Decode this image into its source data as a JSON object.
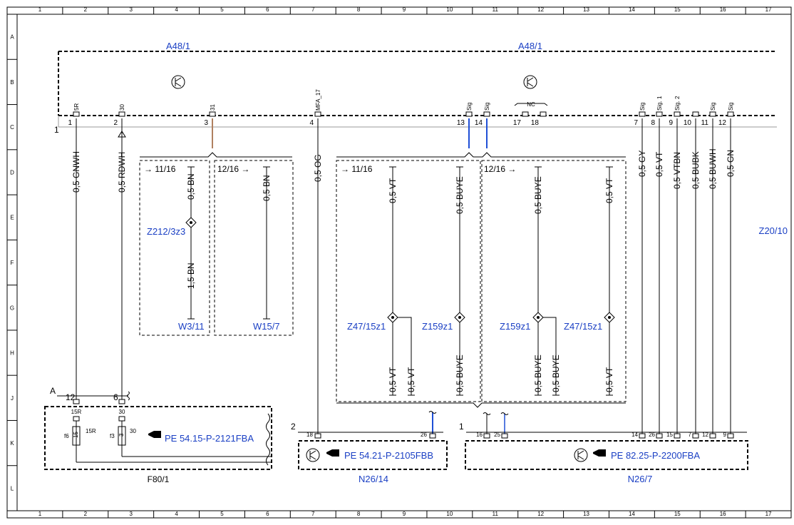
{
  "columns": [
    "1",
    "2",
    "3",
    "4",
    "5",
    "6",
    "7",
    "8",
    "9",
    "10",
    "11",
    "12",
    "13",
    "14",
    "15",
    "16",
    "17"
  ],
  "rows": [
    "A",
    "B",
    "C",
    "D",
    "E",
    "F",
    "G",
    "H",
    "J",
    "K",
    "L"
  ],
  "components": {
    "a48_left": "A48/1",
    "a48_right": "A48/1",
    "z20": "Z20/10",
    "f80": "F80/1",
    "n26_14": "N26/14",
    "n26_7": "N26/7",
    "z212": "Z212/3z3",
    "w3": "W3/11",
    "w15": "W15/7",
    "z47a": "Z47/15z1",
    "z159a": "Z159z1",
    "z159b": "Z159z1",
    "z47b": "Z47/15z1"
  },
  "connector_one": "1",
  "a48_pins": [
    {
      "num": "1",
      "name": "5R"
    },
    {
      "num": "2",
      "name": "30"
    },
    {
      "num": "3",
      "name": "31"
    },
    {
      "num": "4",
      "name": "MFA_17"
    },
    {
      "num": "13",
      "name": "Sig"
    },
    {
      "num": "14",
      "name": "Sig"
    },
    {
      "num": "17",
      "name": ""
    },
    {
      "num": "18",
      "name": ""
    },
    {
      "num": "7",
      "name": "Sig"
    },
    {
      "num": "8",
      "name": "Sig. 1"
    },
    {
      "num": "9",
      "name": "Sig. 2"
    },
    {
      "num": "10",
      "name": ""
    },
    {
      "num": "11",
      "name": "Sig"
    },
    {
      "num": "12",
      "name": "Sig"
    }
  ],
  "nc_label": "NC",
  "wires": {
    "w1": "0,5 GNWH",
    "w2": "0,5 RDWH",
    "w4": "0,5 OG",
    "w7": "0,5 GY",
    "w8": "0,5 VT",
    "w9": "0,5 VTBN",
    "w10": "0,5 BUBK",
    "w11": "0,5 BUWH",
    "w12": "0,5 GN",
    "bn1": "0,5 BN",
    "bn2": "1,5 BN",
    "bn3": "0,5 BN",
    "vt1": "0,5 VT",
    "buye1": "0,5 BUYE",
    "buye2": "0,5 BUYE",
    "vt2": "0,5 VT",
    "vt1b": "0,5 VT",
    "vt1c": "0,5 VT",
    "buye1b": "0,5 BUYE",
    "buye2b": "0,5 BUYE",
    "buye2c": "0,5 BUYE",
    "vt2b": "0,5 VT"
  },
  "page_refs": {
    "r1": "11/16",
    "r2": "12/16",
    "r3": "11/16",
    "r4": "12/16"
  },
  "f80_block": {
    "conn": "A",
    "pin12": "12",
    "pin6": "6",
    "t15r": "15R",
    "t30": "30",
    "f6": "f6",
    "f3": "f3",
    "fuse15": "15",
    "fuse3": "3",
    "lbl15r": "15R",
    "lbl30": "30",
    "ref": "PE 54.15-P-2121FBA"
  },
  "n26_14_block": {
    "conn": "2",
    "pin18": "18",
    "pin26": "26",
    "ref": "PE 54.21-P-2105FBB"
  },
  "n26_7_block": {
    "conn": "1",
    "pins": [
      "16",
      "25",
      "14",
      "26",
      "15",
      "7",
      "12",
      "9"
    ],
    "ref": "PE 82.25-P-2200FBA"
  },
  "colors": {
    "component_label": "#1a3fc4",
    "can_wire": "#1f4fd6",
    "bn_wire": "#b08060"
  }
}
